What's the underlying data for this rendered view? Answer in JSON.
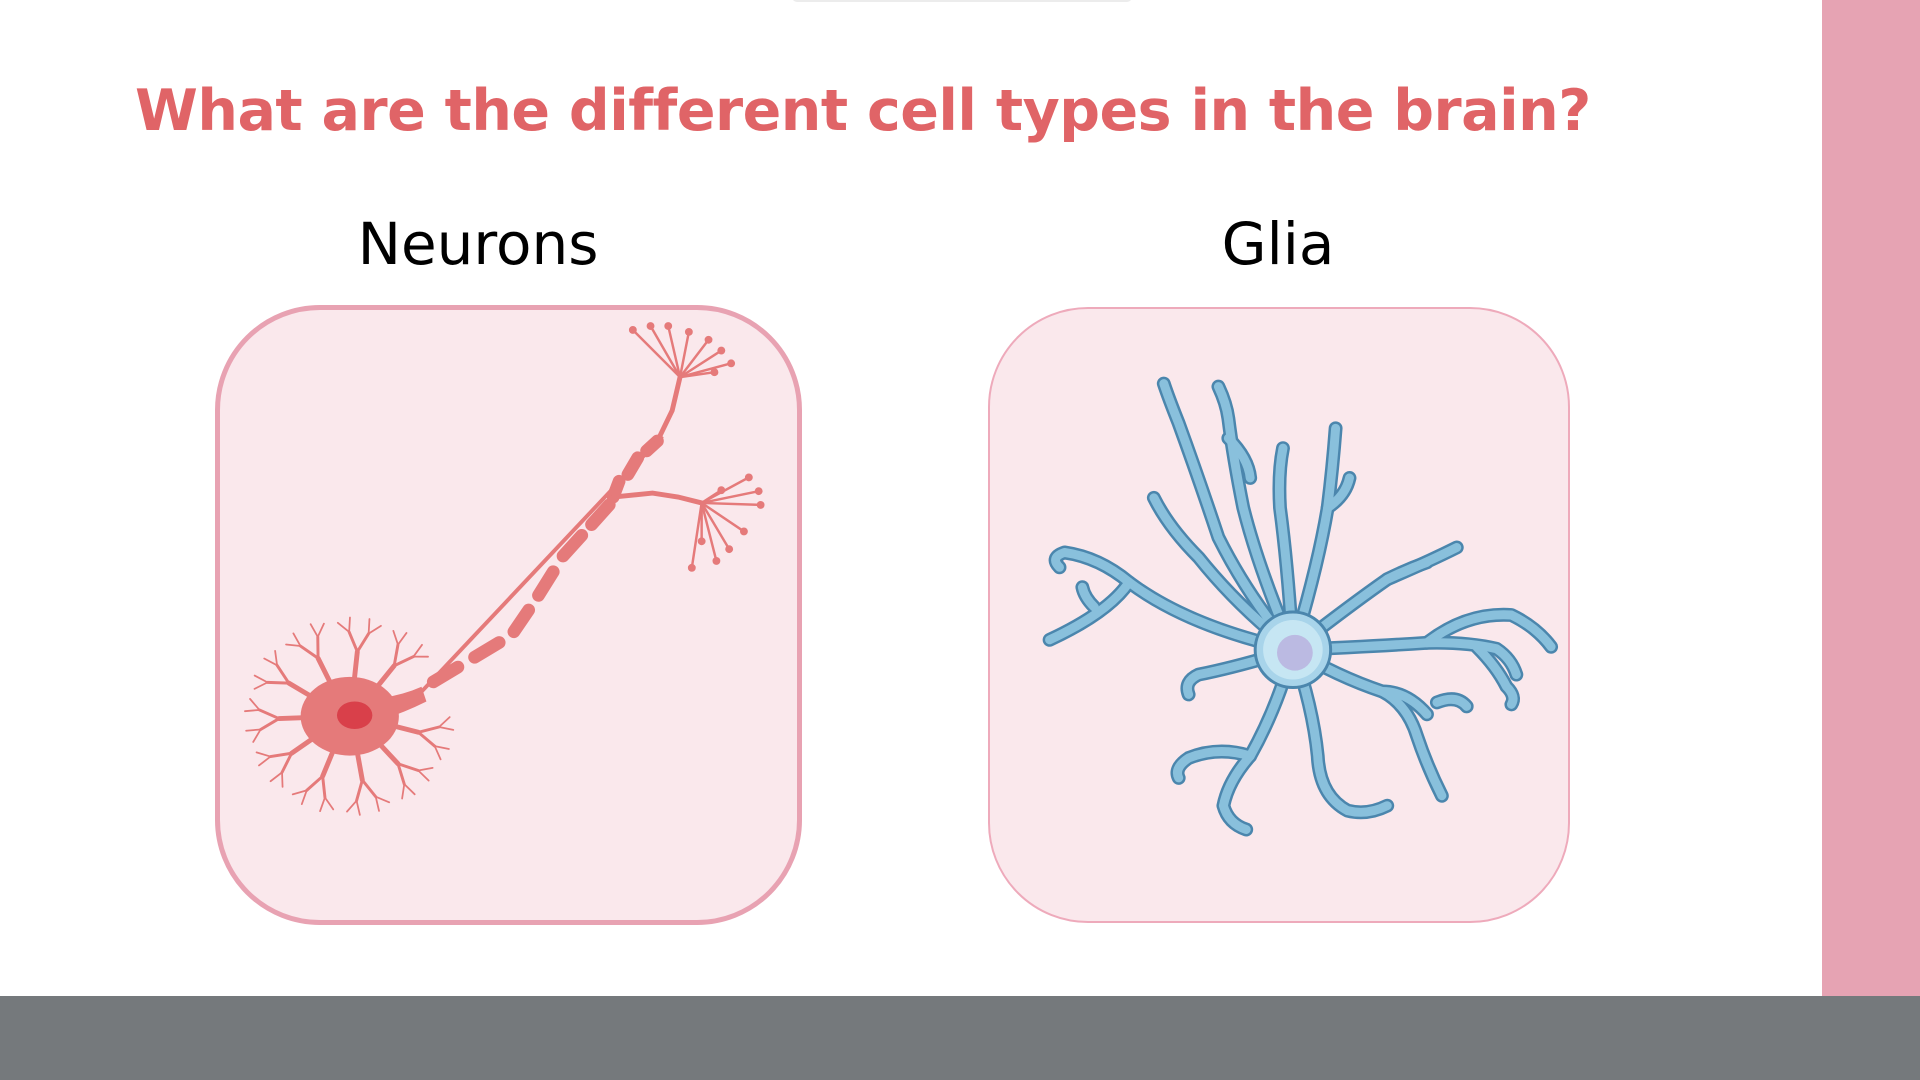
{
  "slide": {
    "title": "What are the different cell types in the brain?",
    "columns": [
      {
        "label": "Neurons",
        "illustration": "neuron-illustration"
      },
      {
        "label": "Glia",
        "illustration": "astrocyte-illustration"
      }
    ]
  },
  "colors": {
    "title": "#e06467",
    "accent_bar": "#e6a3b3",
    "footer_bar": "#75797c",
    "card_fill": "#fae8ec",
    "neuron": "#e57a7a",
    "neuron_nucleus": "#d9404a",
    "glia": "#89c0dc",
    "glia_outline": "#4b86ad"
  }
}
